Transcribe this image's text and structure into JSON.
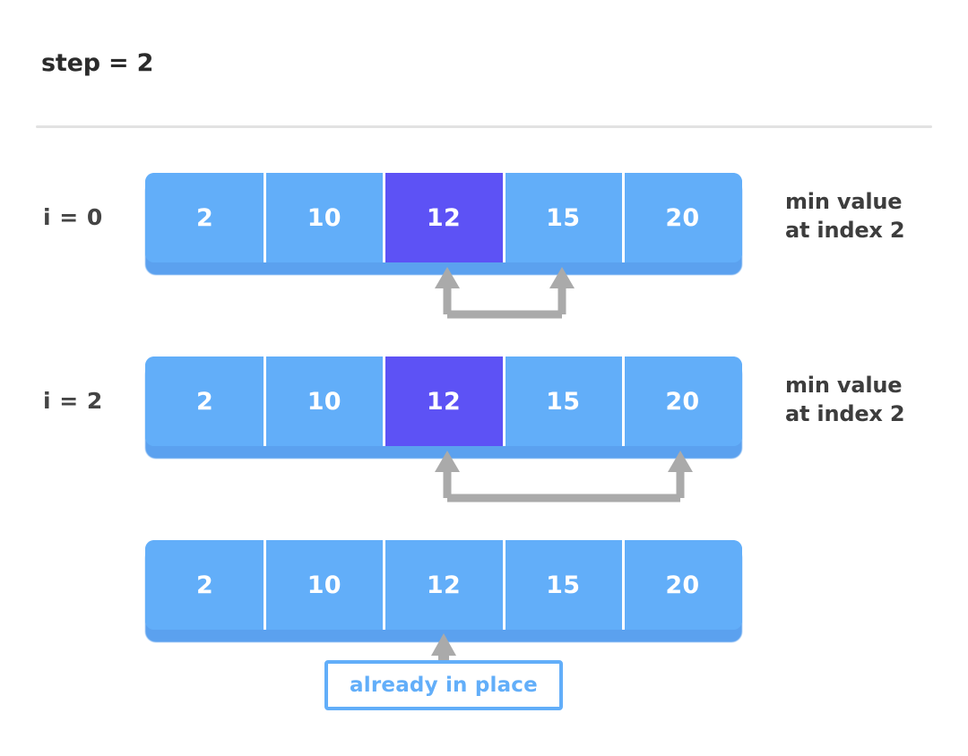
{
  "header": {
    "step_label": "step = 2",
    "divider": "horizontal-rule"
  },
  "colors": {
    "cell_default": "#62aef9",
    "cell_highlight": "#5d52f5",
    "cell_shadow": "#5ba1ef",
    "divider_line": "#ffffff",
    "connector_gray": "#aaaaaa",
    "text_dark": "#3d3d3d",
    "accent_blue": "#62aef9",
    "page_background": "#ffffff"
  },
  "rows": [
    {
      "id": "row-1",
      "index_label": "i = 0",
      "cells": [
        {
          "value": "2",
          "highlighted": false
        },
        {
          "value": "10",
          "highlighted": false
        },
        {
          "value": "12",
          "highlighted": true
        },
        {
          "value": "15",
          "highlighted": false
        },
        {
          "value": "20",
          "highlighted": false
        }
      ],
      "note": "min value\nat index 2",
      "connector": {
        "name": "swap-connector-row-1",
        "from_index": 2,
        "to_index": 3
      }
    },
    {
      "id": "row-2",
      "index_label": "i = 2",
      "cells": [
        {
          "value": "2",
          "highlighted": false
        },
        {
          "value": "10",
          "highlighted": false
        },
        {
          "value": "12",
          "highlighted": true
        },
        {
          "value": "15",
          "highlighted": false
        },
        {
          "value": "20",
          "highlighted": false
        }
      ],
      "note": "min value\nat index 2",
      "connector": {
        "name": "swap-connector-row-2",
        "from_index": 2,
        "to_index": 4
      }
    },
    {
      "id": "row-3",
      "index_label": "",
      "cells": [
        {
          "value": "2",
          "highlighted": false
        },
        {
          "value": "10",
          "highlighted": false
        },
        {
          "value": "12",
          "highlighted": false
        },
        {
          "value": "15",
          "highlighted": false
        },
        {
          "value": "20",
          "highlighted": false
        }
      ],
      "note": "",
      "connector": null
    }
  ],
  "callout": {
    "label": "already in place",
    "points_to_index": 2
  }
}
